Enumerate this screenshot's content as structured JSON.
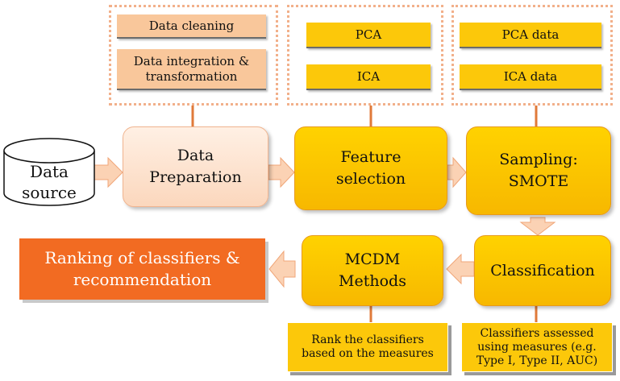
{
  "source": {
    "line1": "Data",
    "line2": "source"
  },
  "prep": {
    "box_line1": "Data",
    "box_line2": "Preparation",
    "items": [
      "Data cleaning",
      "Data integration &",
      "transformation"
    ]
  },
  "feature": {
    "box_line1": "Feature",
    "box_line2": "selection",
    "items": [
      "PCA",
      "ICA"
    ]
  },
  "sampling": {
    "box_line1": "Sampling:",
    "box_line2": "SMOTE",
    "items": [
      "PCA data",
      "ICA data"
    ]
  },
  "classification": {
    "box_label": "Classification",
    "note_lines": [
      "Classifiers assessed",
      "using measures (e.g.",
      "Type I, Type II, AUC)"
    ]
  },
  "mcdm": {
    "box_line1": "MCDM",
    "box_line2": "Methods",
    "note_lines": [
      "Rank the classifiers",
      "based on the measures"
    ]
  },
  "ranking": {
    "line1": "Ranking of classifiers &",
    "line2": "recommendation"
  },
  "colors": {
    "peach": "#f9c79b",
    "gold": "#fcc80a",
    "orange": "#f26b22",
    "dotted": "#f2b08a"
  }
}
